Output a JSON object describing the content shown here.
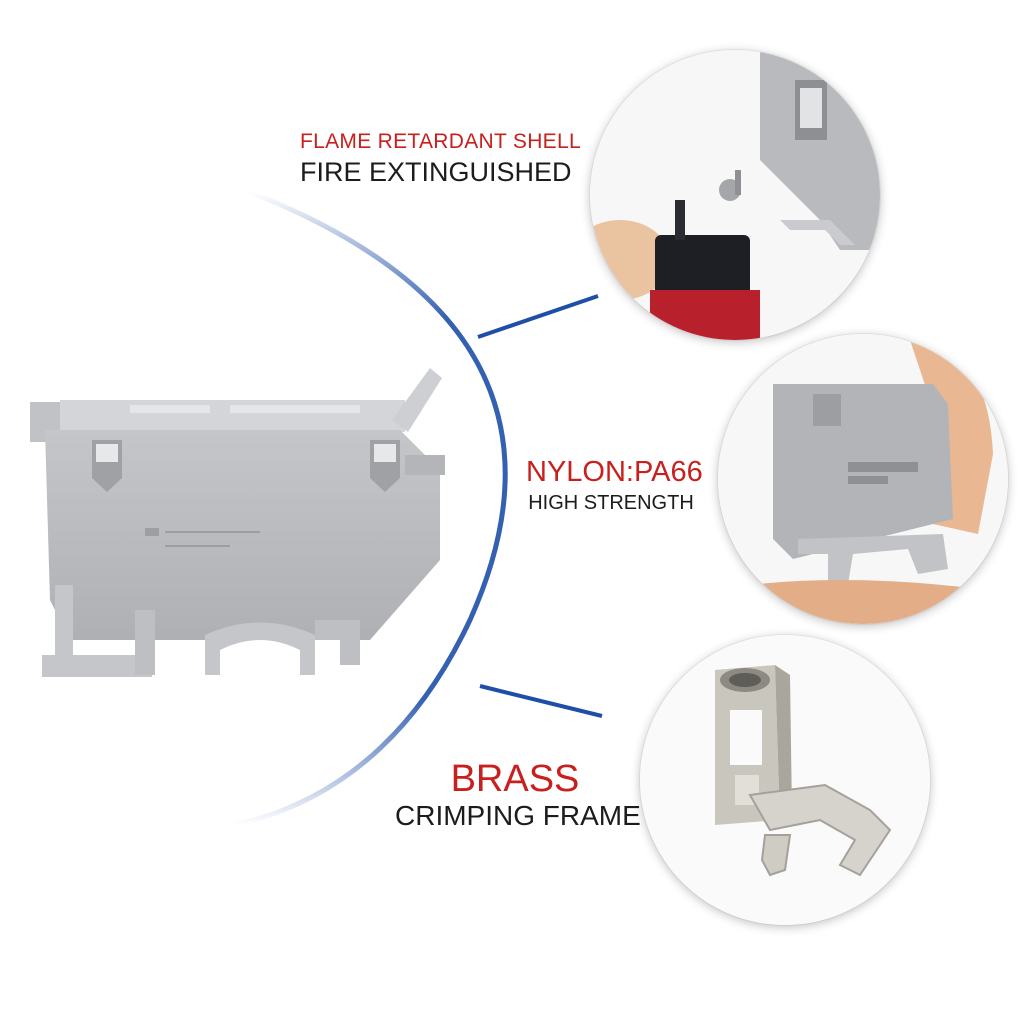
{
  "features": [
    {
      "highlight": "FLAME RETARDANT SHELL",
      "caption": "FIRE EXTINGUISHED"
    },
    {
      "highlight": "NYLON:PA66",
      "caption": "HIGH STRENGTH"
    },
    {
      "highlight": "BRASS",
      "caption": "CRIMPING FRAME"
    }
  ],
  "colors": {
    "highlight_red": "#c8201e",
    "caption_dark": "#1c1c1c",
    "arc_blue": "#1e4fa8",
    "housing_gray": "#b9bbbf"
  }
}
